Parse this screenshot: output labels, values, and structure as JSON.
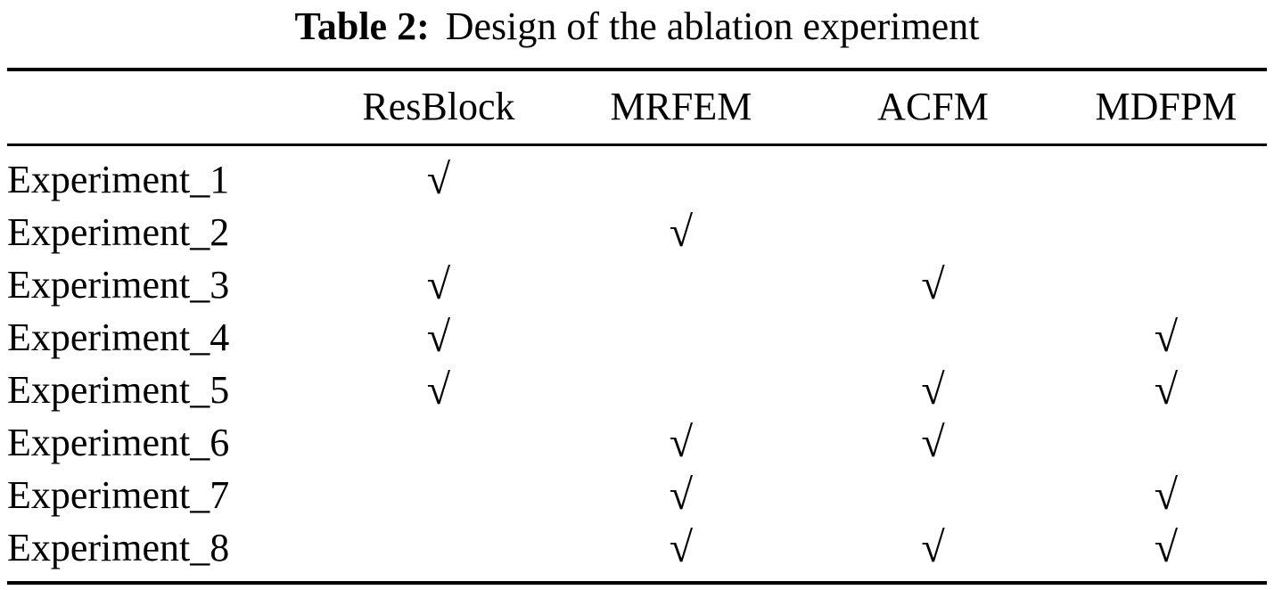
{
  "caption": {
    "label": "Table 2:",
    "text": "Design of the ablation experiment"
  },
  "table": {
    "check_glyph": "√",
    "columns": [
      "ResBlock",
      "MRFEM",
      "ACFM",
      "MDFPM"
    ],
    "rows": [
      {
        "label": "Experiment_1",
        "checks": [
          true,
          false,
          false,
          false
        ]
      },
      {
        "label": "Experiment_2",
        "checks": [
          false,
          true,
          false,
          false
        ]
      },
      {
        "label": "Experiment_3",
        "checks": [
          true,
          false,
          true,
          false
        ]
      },
      {
        "label": "Experiment_4",
        "checks": [
          true,
          false,
          false,
          true
        ]
      },
      {
        "label": "Experiment_5",
        "checks": [
          true,
          false,
          true,
          true
        ]
      },
      {
        "label": "Experiment_6",
        "checks": [
          false,
          true,
          true,
          false
        ]
      },
      {
        "label": "Experiment_7",
        "checks": [
          false,
          true,
          false,
          true
        ]
      },
      {
        "label": "Experiment_8",
        "checks": [
          false,
          true,
          true,
          true
        ]
      }
    ]
  },
  "colors": {
    "text": "#000000",
    "background": "#ffffff",
    "rule": "#000000"
  }
}
